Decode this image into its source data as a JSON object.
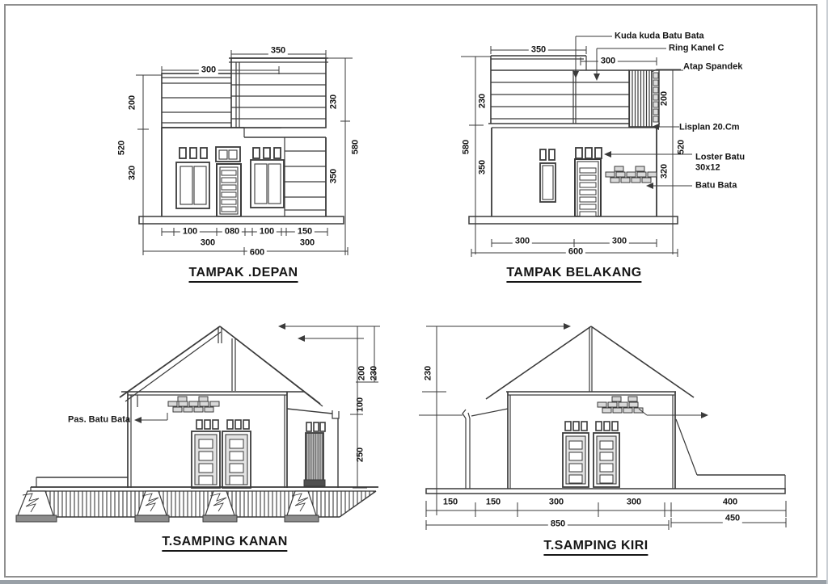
{
  "colors": {
    "line": "#3a3a3a",
    "text": "#161616",
    "brick_fill": "#d9d9d9"
  },
  "views": {
    "front": {
      "title": "TAMPAK .DEPAN",
      "dims": {
        "t350": "350",
        "t300": "300",
        "l200": "200",
        "l520": "520",
        "l320": "320",
        "r230": "230",
        "r580": "580",
        "r350": "350",
        "b100a": "100",
        "b080": "080",
        "b100b": "100",
        "b150": "150",
        "b300a": "300",
        "b600": "600",
        "b300b": "300"
      }
    },
    "back": {
      "title": "TAMPAK BELAKANG",
      "dims": {
        "t350": "350",
        "t300": "300",
        "l230": "230",
        "l580": "580",
        "l350": "350",
        "r200": "200",
        "r520": "520",
        "r320": "320",
        "b300a": "300",
        "b600": "600",
        "b300b": "300"
      },
      "callouts": {
        "kuda": "Kuda kuda Batu Bata",
        "ring": "Ring Kanel C",
        "atap": "Atap Spandek",
        "lisplan": "Lisplan 20.Cm",
        "loster_line1": "Loster Batu",
        "loster_line2": "30x12",
        "batu": "Batu Bata"
      }
    },
    "kanan": {
      "title": "T.SAMPING KANAN",
      "callouts": {
        "pas": "Pas. Batu Bata"
      },
      "dims": {
        "d200": "200",
        "d230": "230",
        "d100": "100",
        "d250": "250"
      }
    },
    "kiri": {
      "title": "T.SAMPING KIRI",
      "dims": {
        "l230": "230",
        "b150a": "150",
        "b150b": "150",
        "b300a": "300",
        "b300b": "300",
        "b400": "400",
        "b850": "850",
        "b450": "450"
      }
    }
  }
}
